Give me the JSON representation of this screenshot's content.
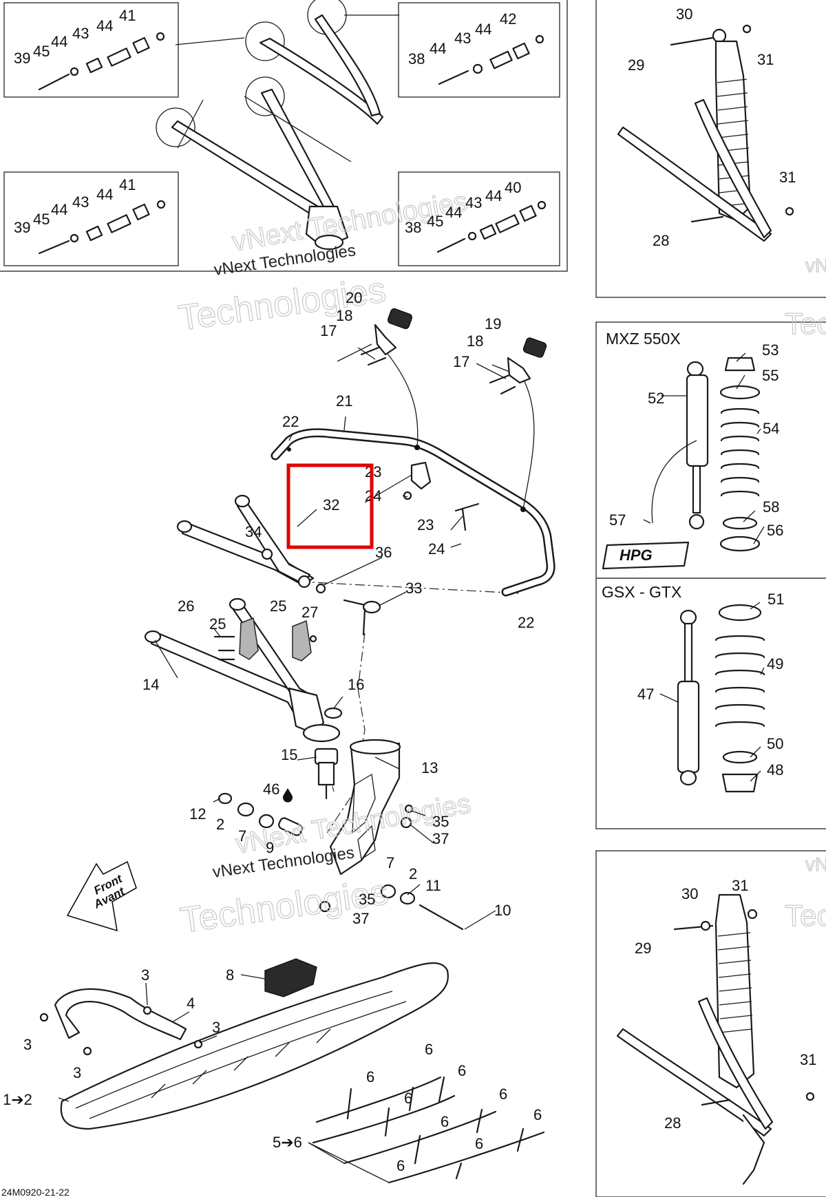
{
  "diagram": {
    "watermark": "vNext Technologies",
    "watermark_word": "Technologies",
    "front_label": "Front",
    "front_label_fr": "Avant",
    "footer_code": "24M0920-21-22",
    "model_mxz": "MXZ 550X",
    "model_gsx": "GSX - GTX",
    "brand_logo": "HPG",
    "highlight_color": "#e00000",
    "callouts": {
      "c1": "39",
      "c2": "45",
      "c3": "44",
      "c4": "43",
      "c5": "44",
      "c6": "41",
      "c7": "38",
      "c8": "44",
      "c9": "43",
      "c10": "44",
      "c11": "42",
      "c12": "39",
      "c13": "45",
      "c14": "44",
      "c15": "43",
      "c16": "44",
      "c17": "41",
      "c18": "38",
      "c19": "45",
      "c20": "44",
      "c21": "43",
      "c22": "44",
      "c23": "40",
      "c24": "30",
      "c25": "29",
      "c26": "31",
      "c27": "31",
      "c28": "28",
      "c29": "20",
      "c30": "18",
      "c31": "17",
      "c32": "19",
      "c33": "18",
      "c34": "17",
      "c35": "21",
      "c36": "22",
      "c37": "23",
      "c38": "24",
      "c39": "32",
      "c40": "23",
      "c41": "24",
      "c42": "34",
      "c43": "36",
      "c44": "33",
      "c45": "22",
      "c46": "26",
      "c47": "25",
      "c48": "25",
      "c49": "27",
      "c50": "14",
      "c51": "16",
      "c52": "15",
      "c53": "13",
      "c54": "46",
      "c55": "12",
      "c56": "2",
      "c57": "7",
      "c58": "9",
      "c59": "35",
      "c60": "37",
      "c61": "7",
      "c62": "2",
      "c63": "11",
      "c64": "35",
      "c65": "37",
      "c66": "10",
      "c67": "8",
      "c68": "3",
      "c69": "4",
      "c70": "3",
      "c71": "3",
      "c72": "3",
      "c73": "1➔2",
      "c74": "5➔6",
      "c75": "6",
      "c76": "6",
      "c77": "6",
      "c78": "6",
      "c79": "6",
      "c80": "6",
      "c81": "6",
      "c82": "6",
      "c83": "6",
      "c84": "53",
      "c85": "52",
      "c86": "55",
      "c87": "54",
      "c88": "57",
      "c89": "58",
      "c90": "56",
      "c91": "51",
      "c92": "49",
      "c93": "47",
      "c94": "50",
      "c95": "48",
      "c96": "30",
      "c97": "31",
      "c98": "29",
      "c99": "31",
      "c100": "28"
    }
  }
}
